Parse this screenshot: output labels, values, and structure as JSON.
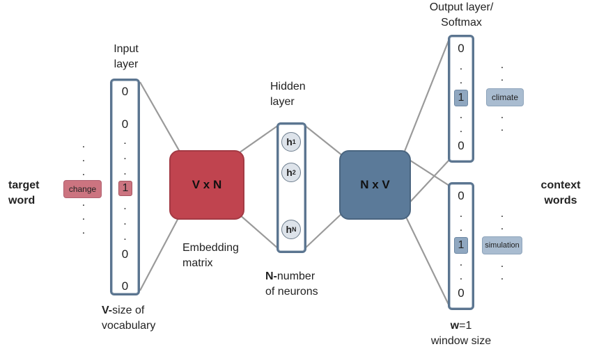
{
  "labels": {
    "input_layer": [
      "Input",
      "layer"
    ],
    "hidden_layer": [
      "Hidden",
      "layer"
    ],
    "output_layer": [
      "Output layer/",
      "Softmax"
    ],
    "target_word": [
      "target",
      "word"
    ],
    "context_words": [
      "context",
      "words"
    ],
    "embedding_matrix": [
      "Embedding",
      "matrix"
    ],
    "v_size": {
      "bold": "V-",
      "rest": "size of",
      "line2": "vocabulary"
    },
    "n_number": {
      "bold": "N-",
      "rest": "number",
      "line2": "of neurons"
    },
    "window": {
      "bold": "w",
      "rest": "=1",
      "line2": "window size"
    }
  },
  "input_vector": {
    "values": [
      "0",
      "0",
      "1",
      "0",
      "0"
    ],
    "dot": "."
  },
  "output_top": {
    "values": [
      "0",
      "1",
      "0"
    ]
  },
  "output_bottom": {
    "values": [
      "0",
      "1",
      "0"
    ]
  },
  "words": {
    "target": "change",
    "context_top": "climate",
    "context_bottom": "simulation"
  },
  "matrices": {
    "left": "V x N",
    "right": "N x V"
  },
  "hidden_neurons": [
    {
      "base": "h",
      "sub": "1"
    },
    {
      "base": "h",
      "sub": "2"
    },
    {
      "base": "h",
      "sub": "N"
    }
  ],
  "colors": {
    "embedding": "#c0444f",
    "output_matrix": "#5b7a99",
    "column_border": "#5b7590"
  }
}
